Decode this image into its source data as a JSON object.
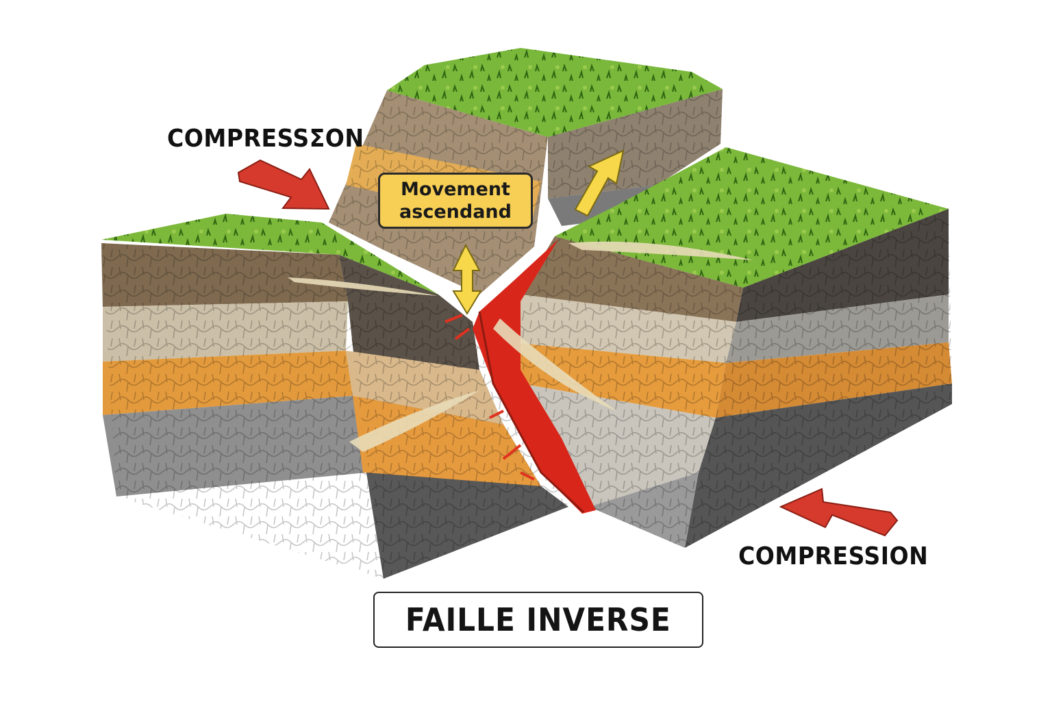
{
  "diagram": {
    "title": "FAILLE INVERSE",
    "labels": {
      "compression_left": "COMPRESSΣON",
      "compression_right": "COMPRESSION",
      "movement_line1": "Movement",
      "movement_line2": "ascendand"
    },
    "colors": {
      "grass": "#7cb83a",
      "grass_dark": "#4f8a22",
      "topsoil_brown": "#8a7457",
      "light_rock": "#c9c0ad",
      "orange_sand": "#e39a3c",
      "grey_rock": "#8d8d8d",
      "dark_rock": "#4c4c4c",
      "fault_red": "#d8261a",
      "arrow_red": "#d63a2c",
      "arrow_yellow": "#f7d84a",
      "label_box": "#f7cf55"
    },
    "icons": {
      "compression_arrows": "red-arrow-icon",
      "movement_arrows": "yellow-arrow-icon"
    }
  }
}
